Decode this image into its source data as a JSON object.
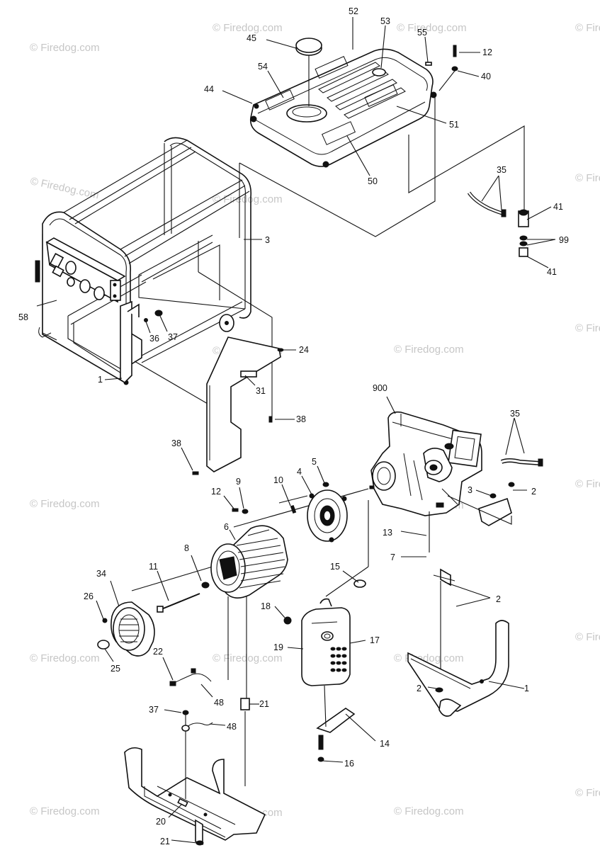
{
  "watermark": "© Firedog.com",
  "callouts": [
    {
      "id": "c-52",
      "text": "52"
    },
    {
      "id": "c-53",
      "text": "53"
    },
    {
      "id": "c-55",
      "text": "55"
    },
    {
      "id": "c-45",
      "text": "45"
    },
    {
      "id": "c-12a",
      "text": "12"
    },
    {
      "id": "c-54",
      "text": "54"
    },
    {
      "id": "c-40",
      "text": "40"
    },
    {
      "id": "c-44",
      "text": "44"
    },
    {
      "id": "c-51",
      "text": "51"
    },
    {
      "id": "c-50",
      "text": "50"
    },
    {
      "id": "c-35a",
      "text": "35"
    },
    {
      "id": "c-41a",
      "text": "41"
    },
    {
      "id": "c-99",
      "text": "99"
    },
    {
      "id": "c-41b",
      "text": "41"
    },
    {
      "id": "c-3a",
      "text": "3"
    },
    {
      "id": "c-58",
      "text": "58"
    },
    {
      "id": "c-36",
      "text": "36"
    },
    {
      "id": "c-37a",
      "text": "37"
    },
    {
      "id": "c-24",
      "text": "24"
    },
    {
      "id": "c-1a",
      "text": "1"
    },
    {
      "id": "c-31",
      "text": "31"
    },
    {
      "id": "c-38a",
      "text": "38"
    },
    {
      "id": "c-900",
      "text": "900"
    },
    {
      "id": "c-35b",
      "text": "35"
    },
    {
      "id": "c-38b",
      "text": "38"
    },
    {
      "id": "c-5",
      "text": "5"
    },
    {
      "id": "c-9",
      "text": "9"
    },
    {
      "id": "c-10",
      "text": "10"
    },
    {
      "id": "c-4",
      "text": "4"
    },
    {
      "id": "c-12b",
      "text": "12"
    },
    {
      "id": "c-3b",
      "text": "3"
    },
    {
      "id": "c-2a",
      "text": "2"
    },
    {
      "id": "c-6",
      "text": "6"
    },
    {
      "id": "c-13",
      "text": "13"
    },
    {
      "id": "c-8",
      "text": "8"
    },
    {
      "id": "c-7",
      "text": "7"
    },
    {
      "id": "c-15",
      "text": "15"
    },
    {
      "id": "c-34",
      "text": "34"
    },
    {
      "id": "c-11",
      "text": "11"
    },
    {
      "id": "c-26",
      "text": "26"
    },
    {
      "id": "c-2b",
      "text": "2"
    },
    {
      "id": "c-18",
      "text": "18"
    },
    {
      "id": "c-17",
      "text": "17"
    },
    {
      "id": "c-19",
      "text": "19"
    },
    {
      "id": "c-25",
      "text": "25"
    },
    {
      "id": "c-22",
      "text": "22"
    },
    {
      "id": "c-1b",
      "text": "1"
    },
    {
      "id": "c-2c",
      "text": "2"
    },
    {
      "id": "c-48a",
      "text": "48"
    },
    {
      "id": "c-21a",
      "text": "21"
    },
    {
      "id": "c-37b",
      "text": "37"
    },
    {
      "id": "c-48b",
      "text": "48"
    },
    {
      "id": "c-14",
      "text": "14"
    },
    {
      "id": "c-16",
      "text": "16"
    },
    {
      "id": "c-20",
      "text": "20"
    },
    {
      "id": "c-21b",
      "text": "21"
    }
  ]
}
